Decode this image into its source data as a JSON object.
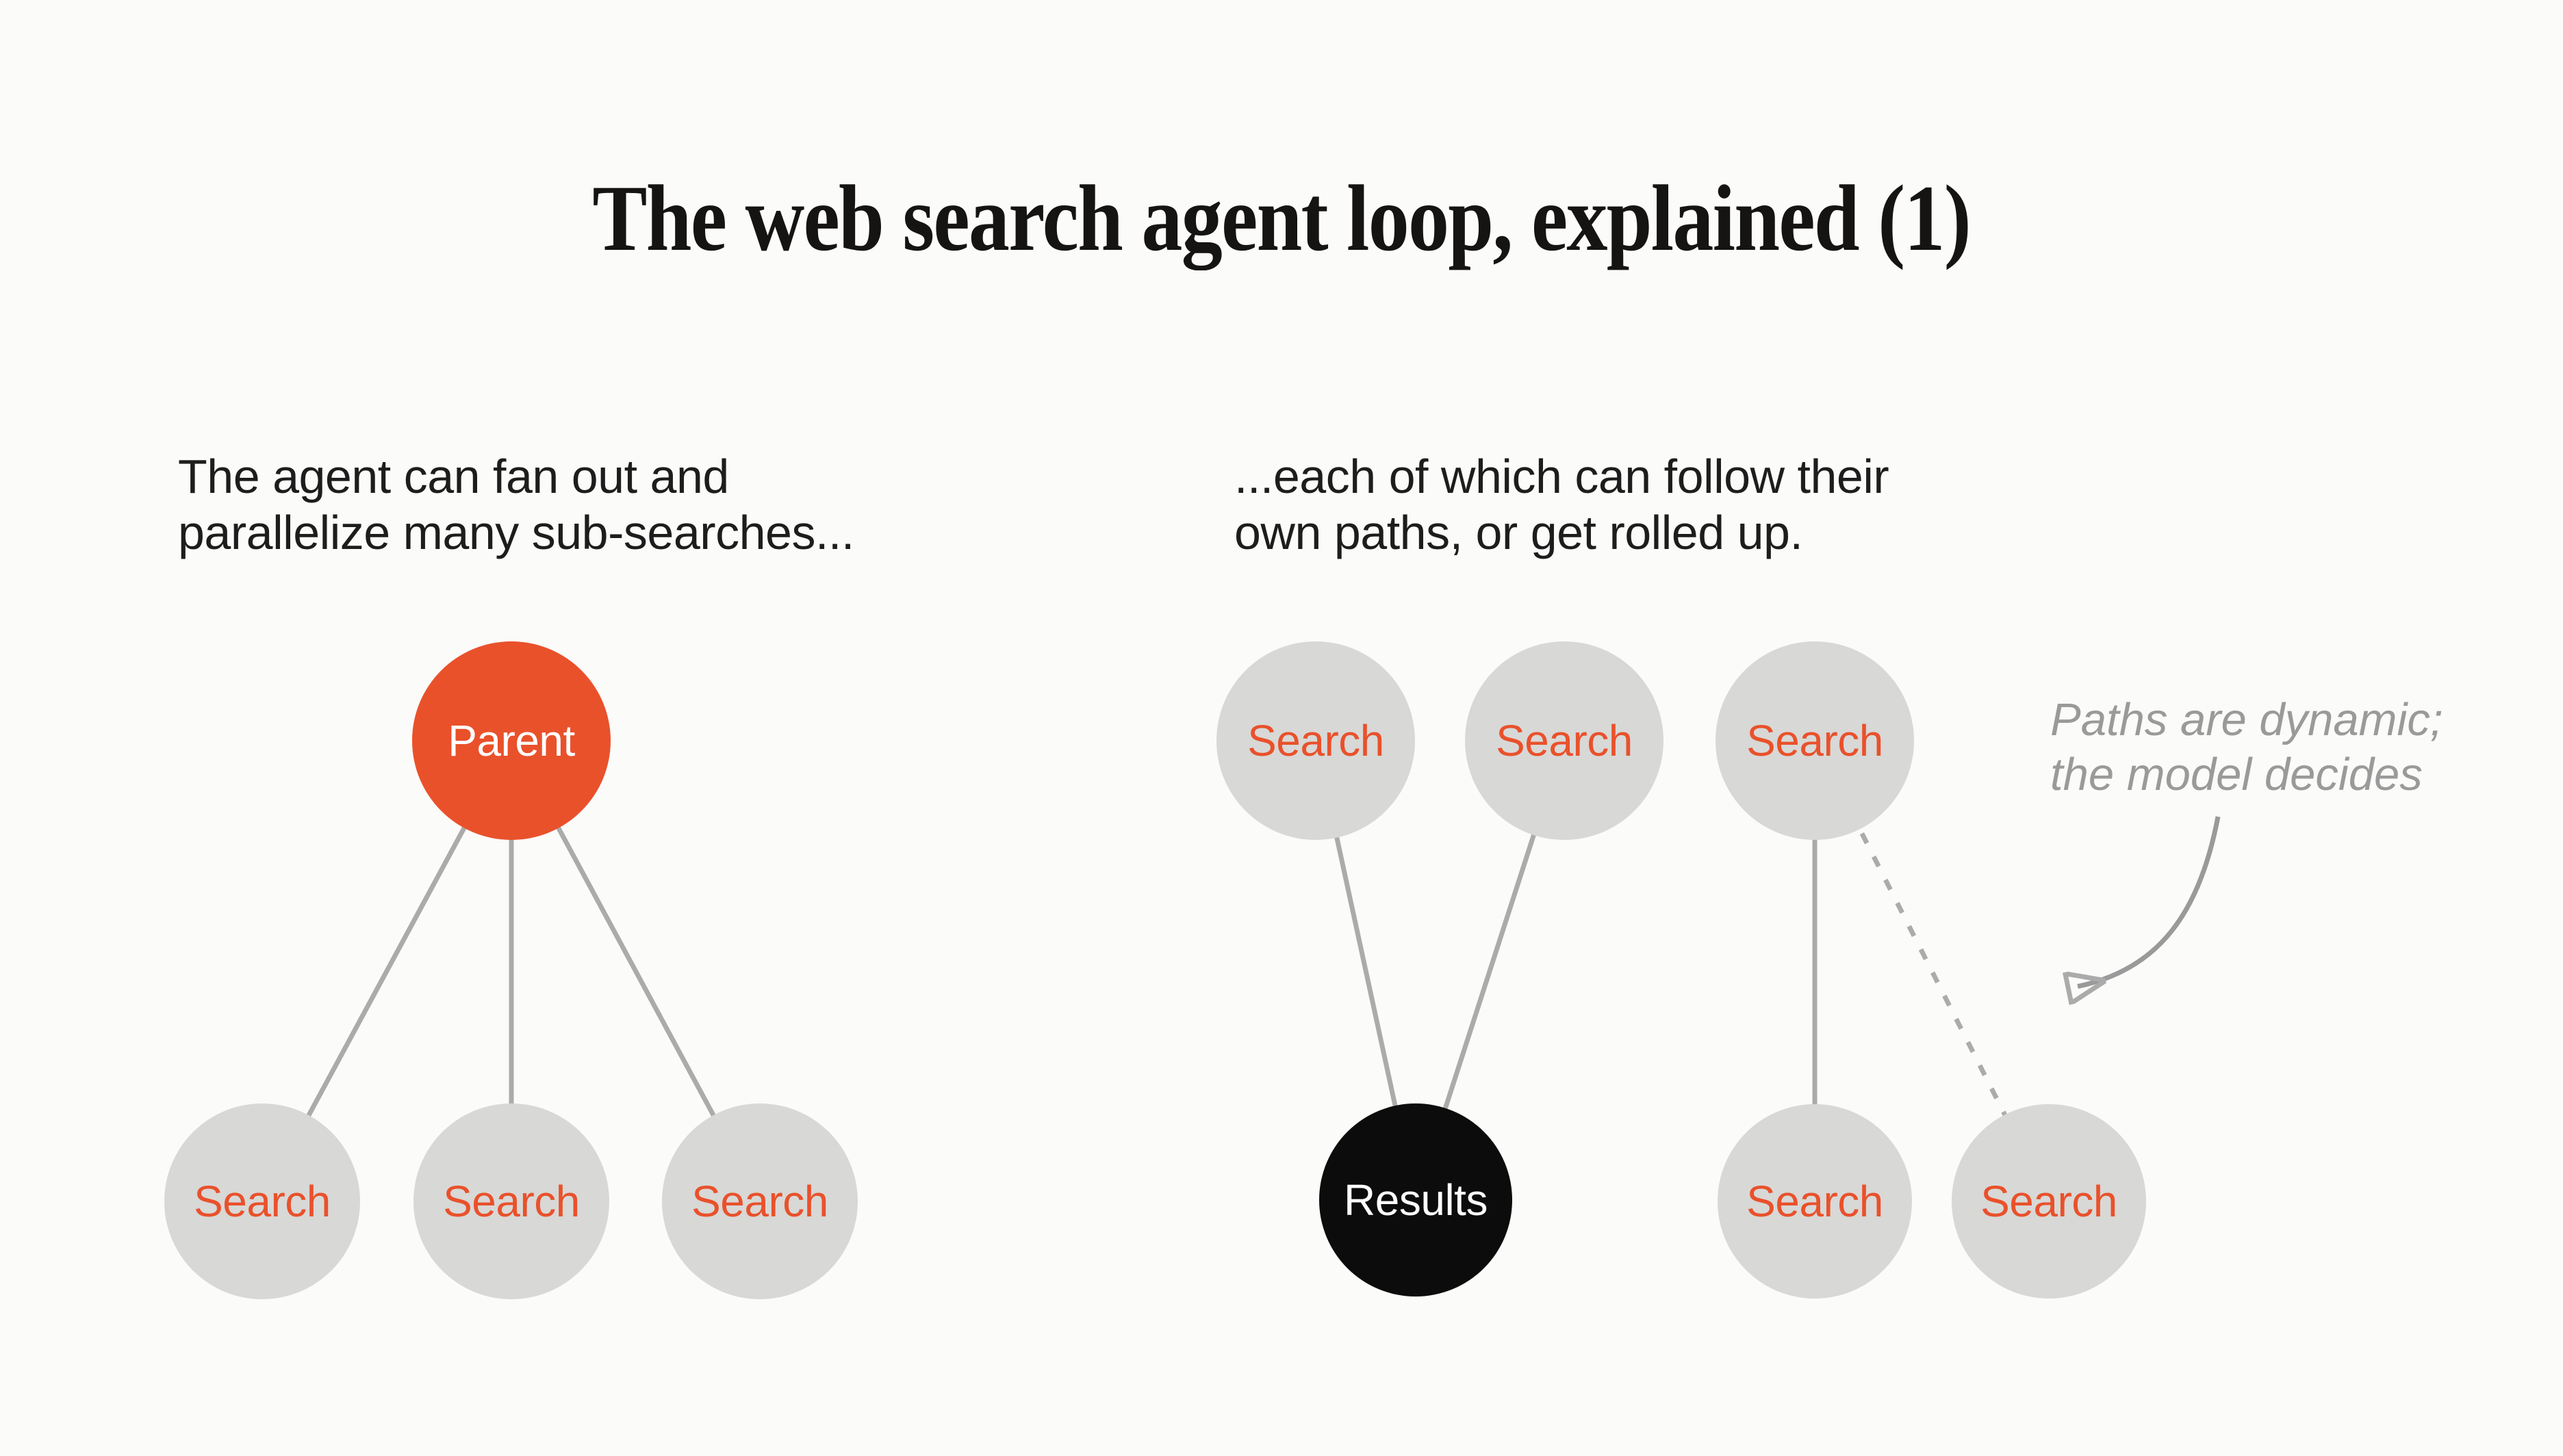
{
  "title": "The web search agent loop, explained (1)",
  "captions": {
    "left": {
      "line1": "The agent can fan out and",
      "line2": "parallelize many sub-searches..."
    },
    "right": {
      "line1": "...each of which can follow their",
      "line2": "own paths, or get rolled up."
    }
  },
  "note": {
    "line1": "Paths are dynamic;",
    "line2": "the model decides"
  },
  "nodes": {
    "parent": {
      "label": "Parent",
      "color_role": "orange"
    },
    "left_search_1": {
      "label": "Search",
      "color_role": "gray"
    },
    "left_search_2": {
      "label": "Search",
      "color_role": "gray"
    },
    "left_search_3": {
      "label": "Search",
      "color_role": "gray"
    },
    "right_search_1": {
      "label": "Search",
      "color_role": "gray"
    },
    "right_search_2": {
      "label": "Search",
      "color_role": "gray"
    },
    "right_search_3": {
      "label": "Search",
      "color_role": "gray"
    },
    "results": {
      "label": "Results",
      "color_role": "black"
    },
    "right_sub_search_1": {
      "label": "Search",
      "color_role": "gray"
    },
    "right_sub_search_2": {
      "label": "Search",
      "color_role": "gray"
    }
  },
  "diagram": {
    "edges": [
      {
        "from": "parent",
        "to": "left_search_1",
        "style": "solid"
      },
      {
        "from": "parent",
        "to": "left_search_2",
        "style": "solid"
      },
      {
        "from": "parent",
        "to": "left_search_3",
        "style": "solid"
      },
      {
        "from": "right_search_1",
        "to": "results",
        "style": "solid"
      },
      {
        "from": "right_search_2",
        "to": "results",
        "style": "solid"
      },
      {
        "from": "right_search_3",
        "to": "right_sub_search_1",
        "style": "solid"
      },
      {
        "from": "right_search_3",
        "to": "right_sub_search_2",
        "style": "dashed"
      }
    ],
    "annotation_arrow": {
      "points_from": "note",
      "points_to": "dashed-edge"
    }
  },
  "colors": {
    "bg": "#FBFBF9",
    "ink": "#1D1D1D",
    "title_ink": "#161412",
    "orange": "#E9512B",
    "node_gray": "#D8D8D6",
    "node_black": "#0C0C0C",
    "edge": "#ABABAB",
    "note_gray": "#9A9A9A",
    "white": "#FFFFFF"
  }
}
